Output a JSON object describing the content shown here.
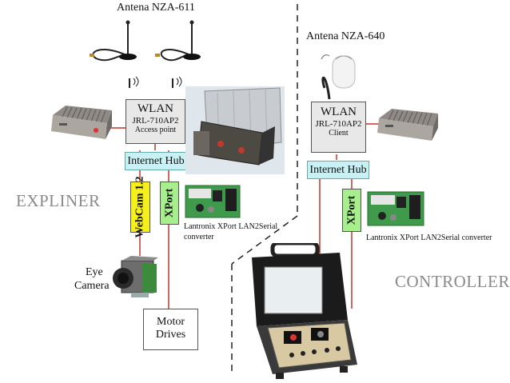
{
  "antennas": {
    "left_label": "Antena NZA-611",
    "right_label": "Antena NZA-640"
  },
  "left": {
    "wlan": {
      "title": "WLAN",
      "model": "JRL-710AP2",
      "mode": "Access point"
    },
    "hub": "Internet Hub",
    "webcam": "WebCam 1.2",
    "xport": "XPort",
    "xport_caption_1": "Lantronix XPort LAN2Serial",
    "xport_caption_2": "converter",
    "region": "EXPLINER",
    "camera_1": "Eye",
    "camera_2": "Camera",
    "motor_1": "Motor",
    "motor_2": "Drives"
  },
  "right": {
    "wlan": {
      "title": "WLAN",
      "model": "JRL-710AP2",
      "mode": "Client"
    },
    "hub": "Internet Hub",
    "xport": "XPort",
    "xport_caption": "Lantronix XPort LAN2Serial converter",
    "region": "CONTROLLER"
  },
  "colors": {
    "hub": "#c9f1f4",
    "webcam": "#f5ef1a",
    "xport": "#a6ef8c",
    "wire": "#c0392b"
  }
}
